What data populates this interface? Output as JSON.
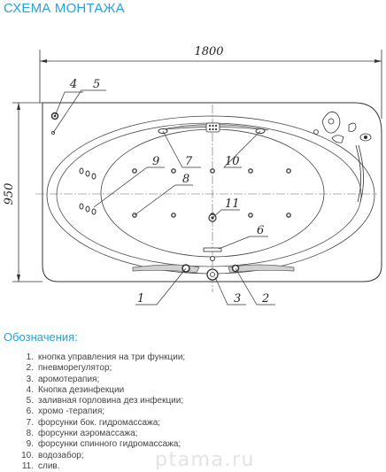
{
  "title": "СХЕМА МОНТАЖА",
  "dimensions": {
    "width": "1800",
    "height": "950"
  },
  "callouts": [
    "1",
    "2",
    "3",
    "4",
    "5",
    "6",
    "7",
    "8",
    "9",
    "10",
    "11"
  ],
  "legend_title": "Обозначения:",
  "legend": [
    {
      "num": "1.",
      "text": "кнопка управления на три функции;"
    },
    {
      "num": "2.",
      "text": "пневморегулятор;"
    },
    {
      "num": "3.",
      "text": "аромотерапия;"
    },
    {
      "num": "4.",
      "text": "Кнопка дезинфекции"
    },
    {
      "num": "5.",
      "text": "заливная горловина дез инфекции;"
    },
    {
      "num": "6.",
      "text": "хромо -терапия;"
    },
    {
      "num": "7.",
      "text": "форсунки бок. гидромассажа;"
    },
    {
      "num": "8.",
      "text": "форсунки аэромассажа;"
    },
    {
      "num": "9.",
      "text": "форсунки спинного гидромассажа;"
    },
    {
      "num": "10.",
      "text": "водозабор;"
    },
    {
      "num": "11.",
      "text": "слив."
    }
  ],
  "watermark": "ptama.ru"
}
